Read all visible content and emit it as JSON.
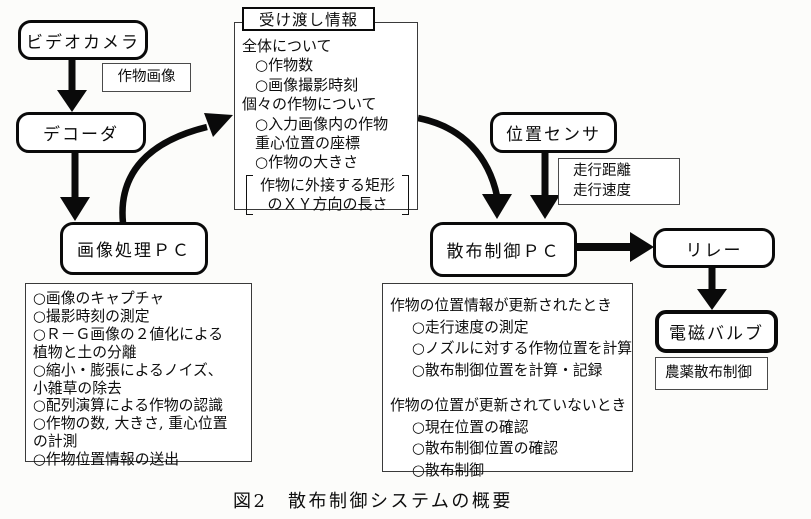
{
  "nodes": {
    "video_camera": "ビデオカメラ",
    "decoder": "デコーダ",
    "image_pc": "画像処理ＰＣ",
    "spray_pc": "散布制御ＰＣ",
    "relay": "リレー",
    "position_sensor": "位置センサ",
    "valve": "電磁バルブ"
  },
  "labels": {
    "crop_image": "作物画像",
    "travel_distance": "走行距離",
    "travel_speed": "走行速度",
    "pesticide": "農薬散布制御"
  },
  "info_box": {
    "title": "受け渡し情報",
    "lines": [
      "全体について",
      "○作物数",
      "○画像撮影時刻",
      "個々の作物について",
      "○入力画像内の作物",
      "重心位置の座標",
      "○作物の大きさ"
    ],
    "bracket_line1": "作物に外接する矩形",
    "bracket_line2": "のＸＹ方向の長さ"
  },
  "image_pc_tasks": [
    "○画像のキャプチャ",
    "○撮影時刻の測定",
    "○Ｒ－Ｇ画像の２値化による",
    "植物と土の分離",
    "○縮小・膨張によるノイズ、",
    "小雑草の除去",
    "○配列演算による作物の認識",
    "○作物の数, 大きさ, 重心位置",
    "の計測",
    "○作物位置情報の送出"
  ],
  "spray_pc_tasks": {
    "case1_title": "作物の位置情報が更新されたとき",
    "case1_items": [
      "○走行速度の測定",
      "○ノズルに対する作物位置を計算",
      "○散布制御位置を計算・記録"
    ],
    "case2_title": "作物の位置が更新されていないとき",
    "case2_items": [
      "○現在位置の確認",
      "○散布制御位置の確認",
      "○散布制御"
    ]
  },
  "caption": "図2　散布制御システムの概要",
  "colors": {
    "ink": "#0d0d0d",
    "paper": "#fcfcfa"
  }
}
